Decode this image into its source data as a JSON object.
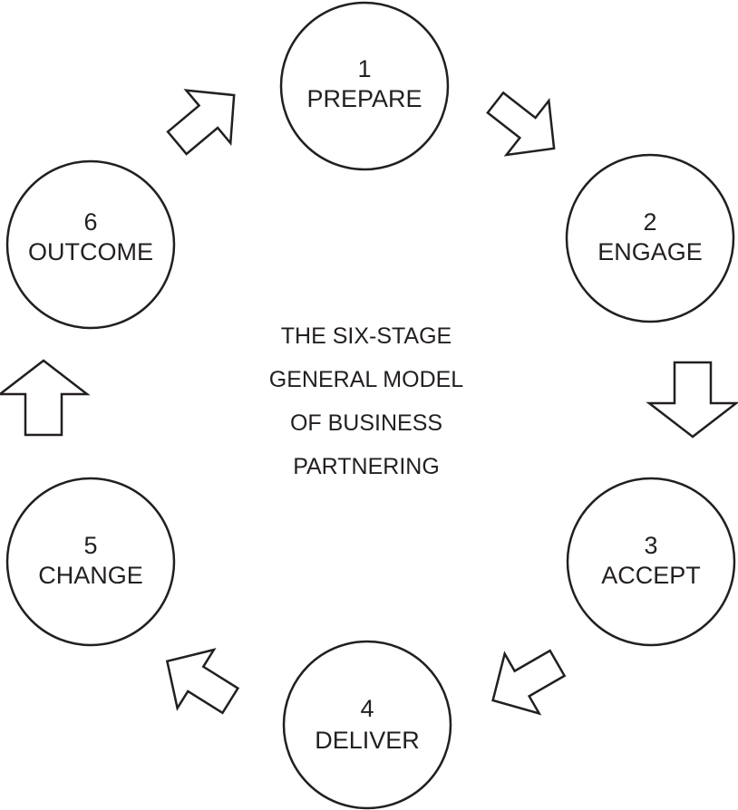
{
  "diagram": {
    "center_title_lines": [
      "THE SIX-STAGE",
      "GENERAL MODEL",
      "OF BUSINESS",
      "PARTNERING"
    ],
    "stages": [
      {
        "number": "1",
        "label": "PREPARE"
      },
      {
        "number": "2",
        "label": "ENGAGE"
      },
      {
        "number": "3",
        "label": "ACCEPT"
      },
      {
        "number": "4",
        "label": "DELIVER"
      },
      {
        "number": "5",
        "label": "CHANGE"
      },
      {
        "number": "6",
        "label": "OUTCOME"
      }
    ],
    "colors": {
      "stroke": "#231f20",
      "fill": "#ffffff",
      "text": "#231f20"
    }
  }
}
